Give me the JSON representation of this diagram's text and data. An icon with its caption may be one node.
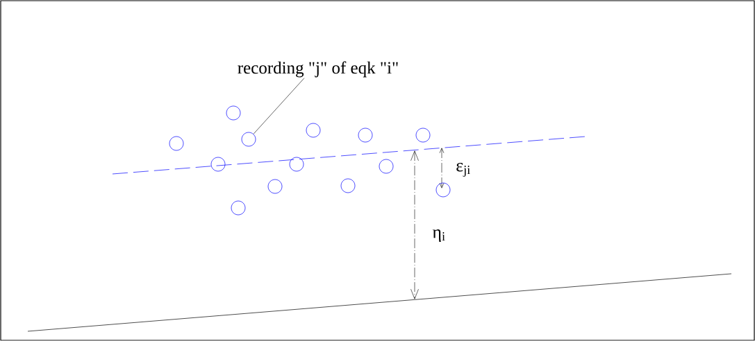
{
  "diagram": {
    "nodes": [
      {
        "text": [
          "recording \"j\" of eqk \"i\""
        ]
      },
      {
        "text": [],
        "shape": "circle"
      },
      {
        "text": [],
        "shape": "circle"
      },
      {
        "text": [],
        "shape": "circle"
      },
      {
        "text": [],
        "shape": "circle"
      },
      {
        "text": [],
        "shape": "circle"
      },
      {
        "text": [],
        "shape": "circle"
      },
      {
        "text": [],
        "shape": "circle"
      },
      {
        "text": [],
        "shape": "circle"
      },
      {
        "text": [],
        "shape": "circle"
      },
      {
        "text": [],
        "shape": "circle"
      },
      {
        "text": [],
        "shape": "circle"
      },
      {
        "text": [],
        "shape": "circle"
      },
      {
        "text": [],
        "shape": "circle"
      }
    ],
    "edges": [
      {
        "from": 0,
        "to": 5,
        "arrow": "none"
      }
    ],
    "labels": [
      "ε$_{ji}$",
      "η$_{i}$"
    ]
  }
}
